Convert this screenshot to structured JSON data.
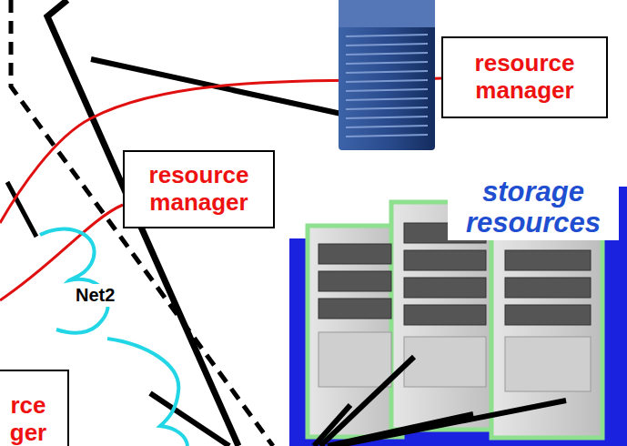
{
  "diagram": {
    "nodes": [
      {
        "text": [
          "resource manager"
        ]
      },
      {
        "text": [
          "resource manager"
        ]
      },
      {
        "text": [
          "rce ger"
        ]
      }
    ],
    "labels": [
      "storage resources",
      "Net2"
    ]
  }
}
